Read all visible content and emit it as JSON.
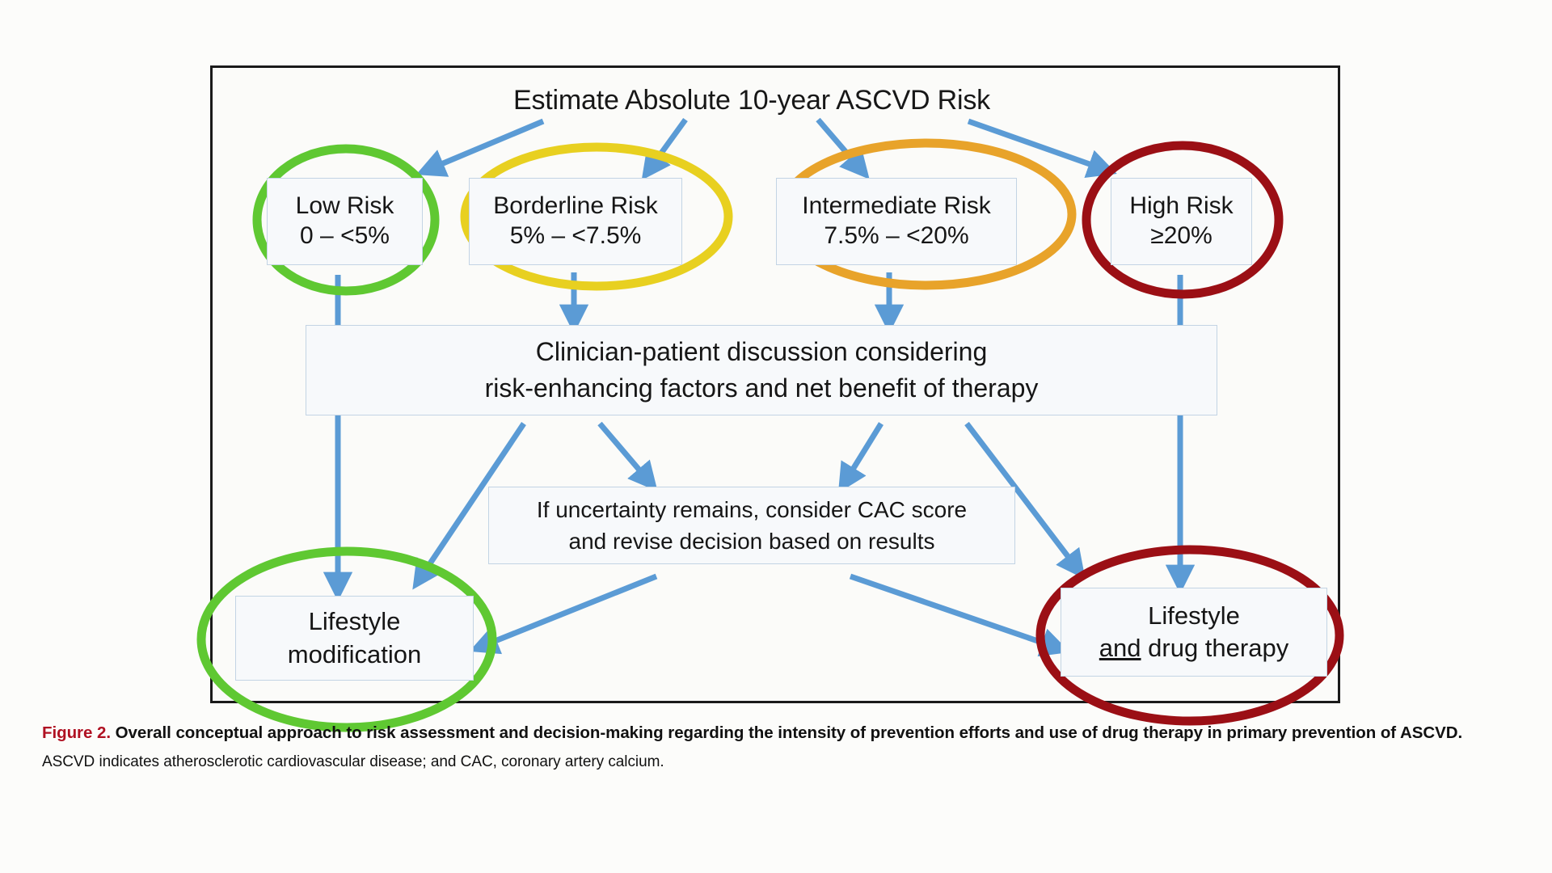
{
  "figure": {
    "title": "Estimate Absolute 10-year ASCVD Risk",
    "risk_tiers": [
      {
        "name": "Low Risk",
        "range": "0 – <5%",
        "highlight_color": "#5FC832"
      },
      {
        "name": "Borderline Risk",
        "range": "5% – <7.5%",
        "highlight_color": "#E8D020"
      },
      {
        "name": "Intermediate Risk",
        "range": "7.5% – <20%",
        "highlight_color": "#E8A32A"
      },
      {
        "name": "High Risk",
        "range": "≥20%",
        "highlight_color": "#9B0F15"
      }
    ],
    "discussion_box": {
      "line1": "Clinician-patient discussion considering",
      "line2": "risk-enhancing factors and net benefit of therapy"
    },
    "cac_box": {
      "line1": "If uncertainty remains, consider CAC score",
      "line2": "and revise decision based on results"
    },
    "outcomes": [
      {
        "line1": "Lifestyle",
        "line2": "modification",
        "highlight_color": "#5FC832"
      },
      {
        "line1": "Lifestyle",
        "line2_underlined": "and",
        "line2_rest": " drug therapy",
        "highlight_color": "#9B0F15"
      }
    ],
    "arrow_color": "#5B9BD5",
    "frame_color": "#1A1A1A",
    "box_border_color": "#C3D4E4"
  },
  "caption": {
    "figure_label": "Figure 2.",
    "main_text": " Overall conceptual approach to risk assessment and decision-making regarding the intensity of prevention efforts and use of drug therapy in primary prevention of ASCVD.",
    "note": "ASCVD indicates atherosclerotic cardiovascular disease; and CAC, coronary artery calcium.",
    "label_color": "#B01122"
  }
}
